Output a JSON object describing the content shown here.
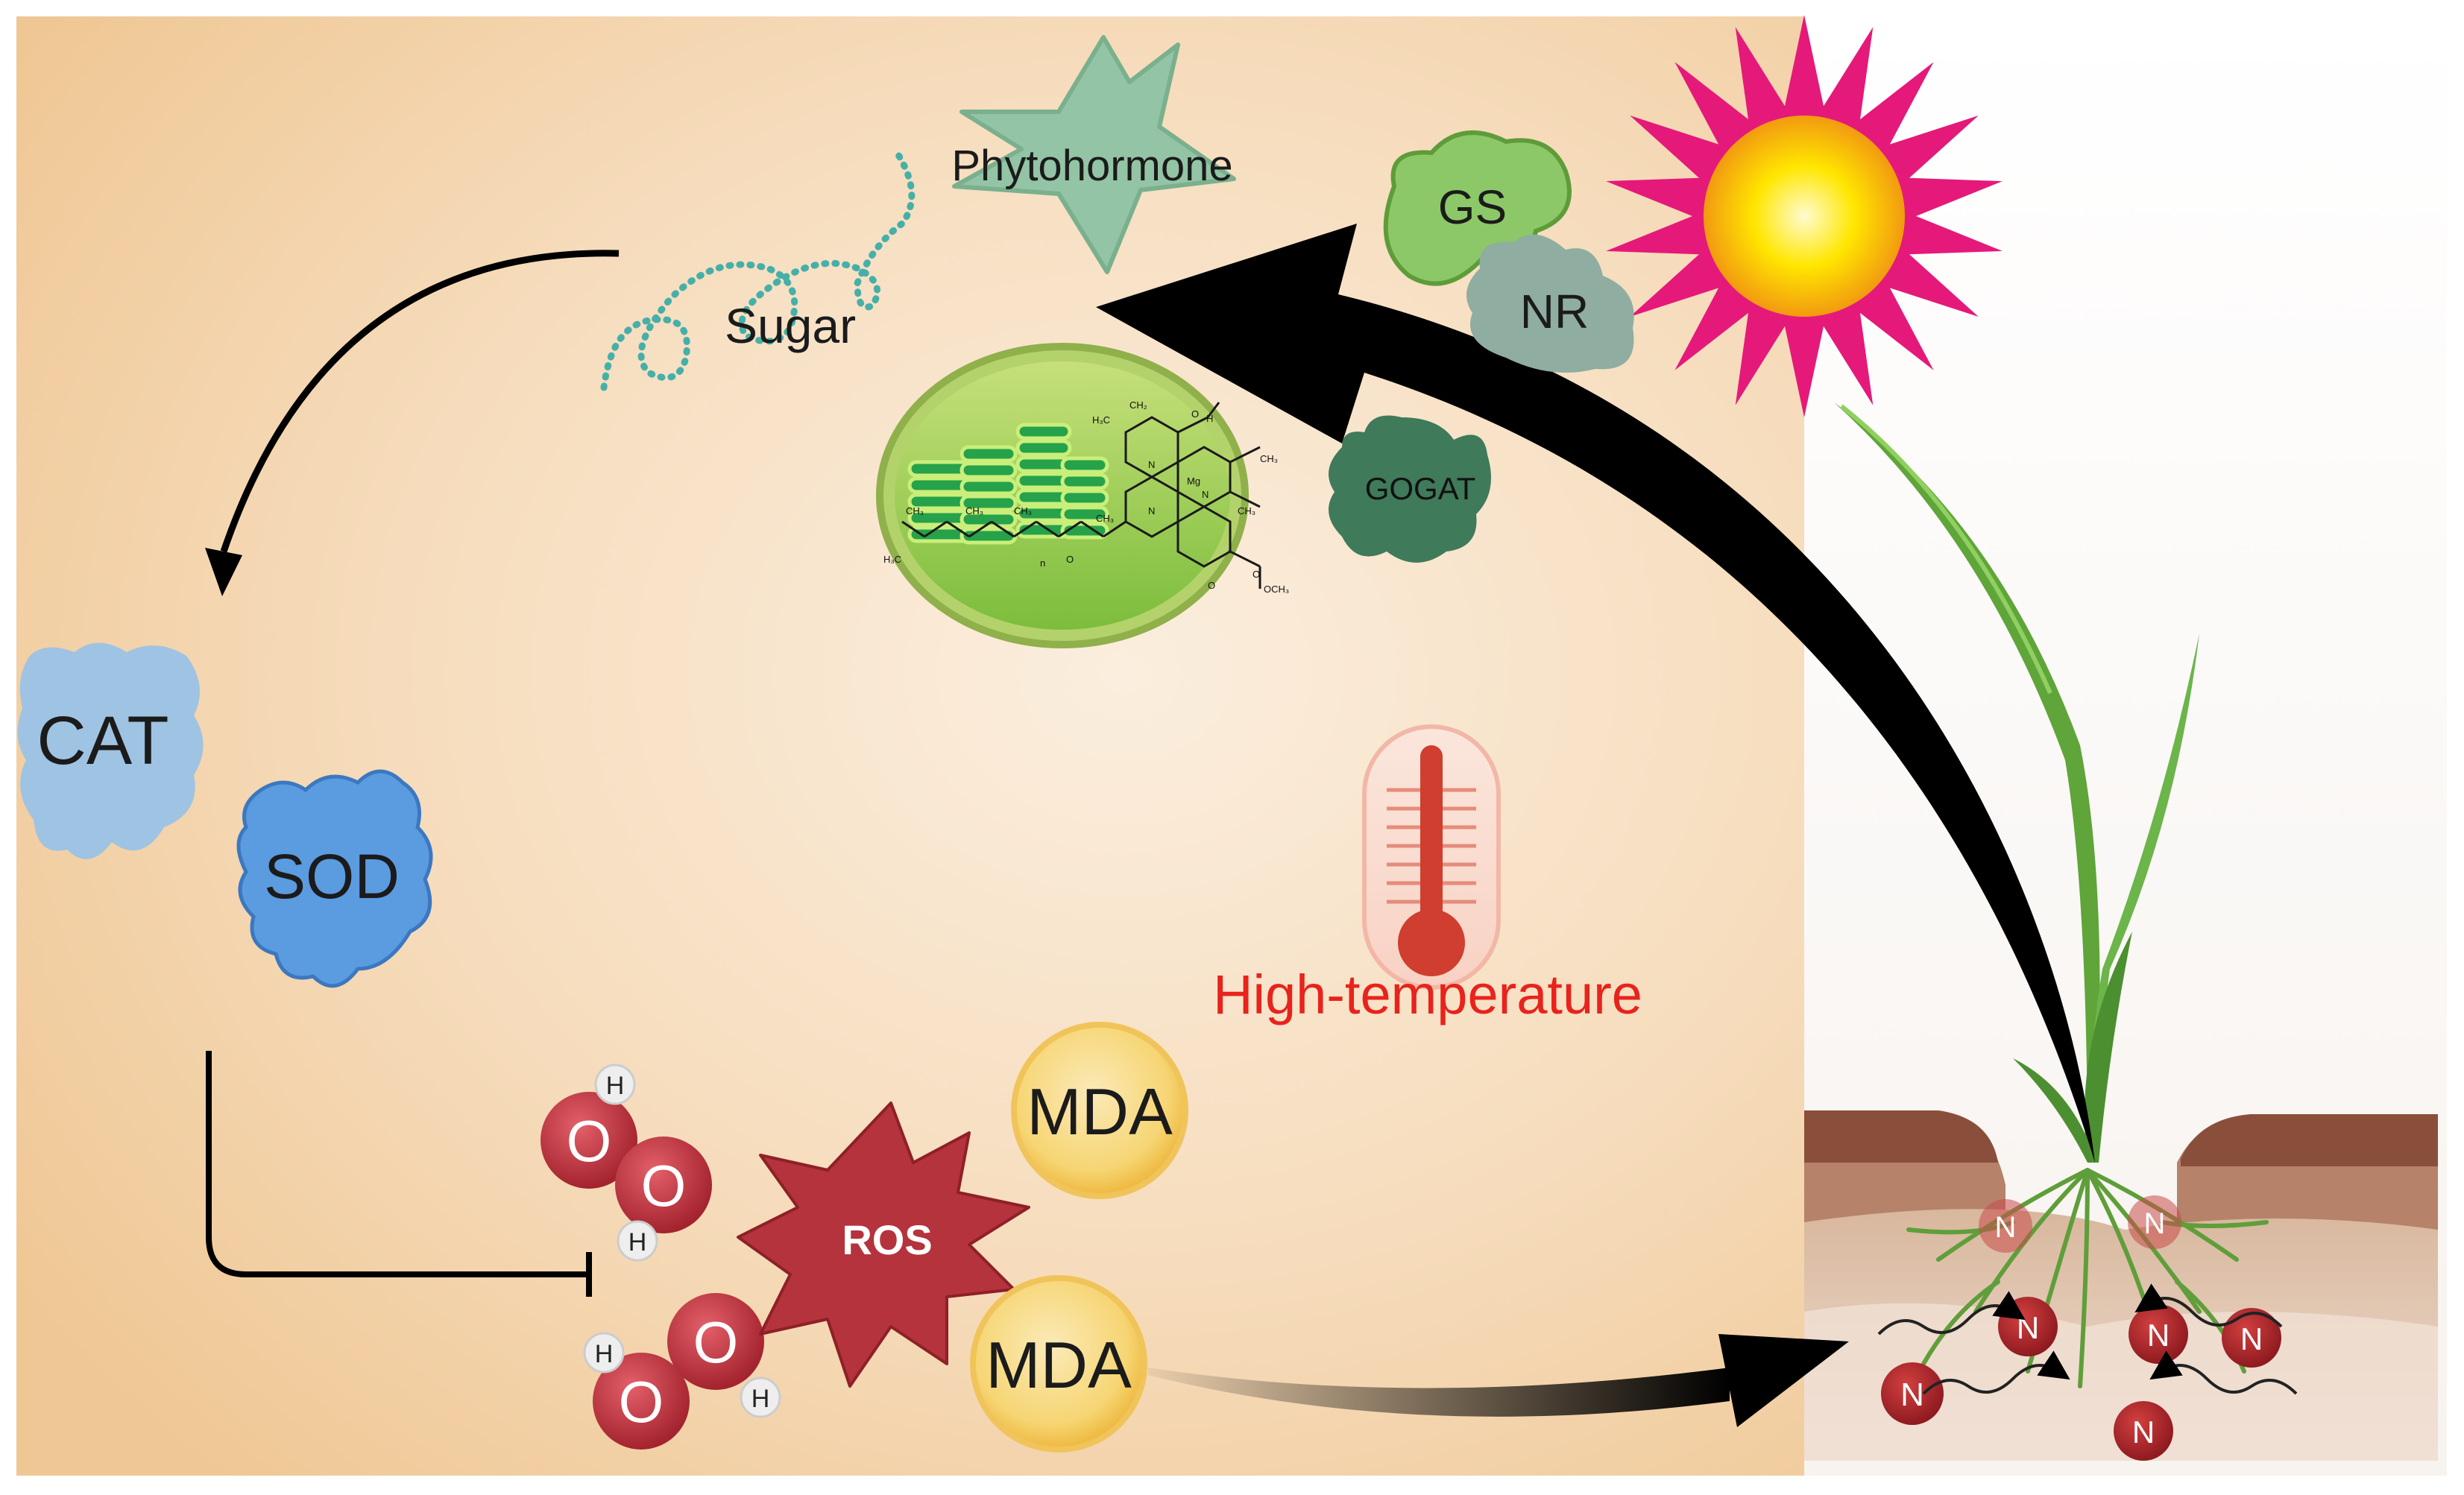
{
  "labels": {
    "phytohormone": "Phytohormone",
    "sugar": "Sugar",
    "gs": "GS",
    "nr": "NR",
    "gogat": "GOGAT",
    "cat": "CAT",
    "sod": "SOD",
    "ros": "ROS",
    "mda_top": "MDA",
    "mda_bottom": "MDA",
    "high_temperature": "High-temperature",
    "hydrogen": "H",
    "oxygen": "O",
    "nitrogen": "N"
  },
  "chlorophyll": {
    "h3c": "H₃C",
    "ch3": "CH₃",
    "ch2": "CH₂",
    "mg": "Mg",
    "n": "N",
    "o": "O",
    "h": "H",
    "och3": "OCH₃",
    "bracket_n": "n"
  },
  "colors": {
    "panel_warm": "#f3cfa2",
    "panel_light": "#fbe9d4",
    "high_temp_red": "#e8231c",
    "ros_red": "#b5333c",
    "mda_fill": "#f7d774",
    "cat_blue": "#9fc3e2",
    "sod_blue": "#5b9be0",
    "gs_green": "#8cc867",
    "nr_gray": "#8fada0",
    "gogat_green": "#3f7a5a",
    "sun_yellow": "#ffe600",
    "sun_magenta": "#e5197a",
    "nitrogen_red": "#b3262c",
    "soil_brown": "#9b5f48"
  }
}
